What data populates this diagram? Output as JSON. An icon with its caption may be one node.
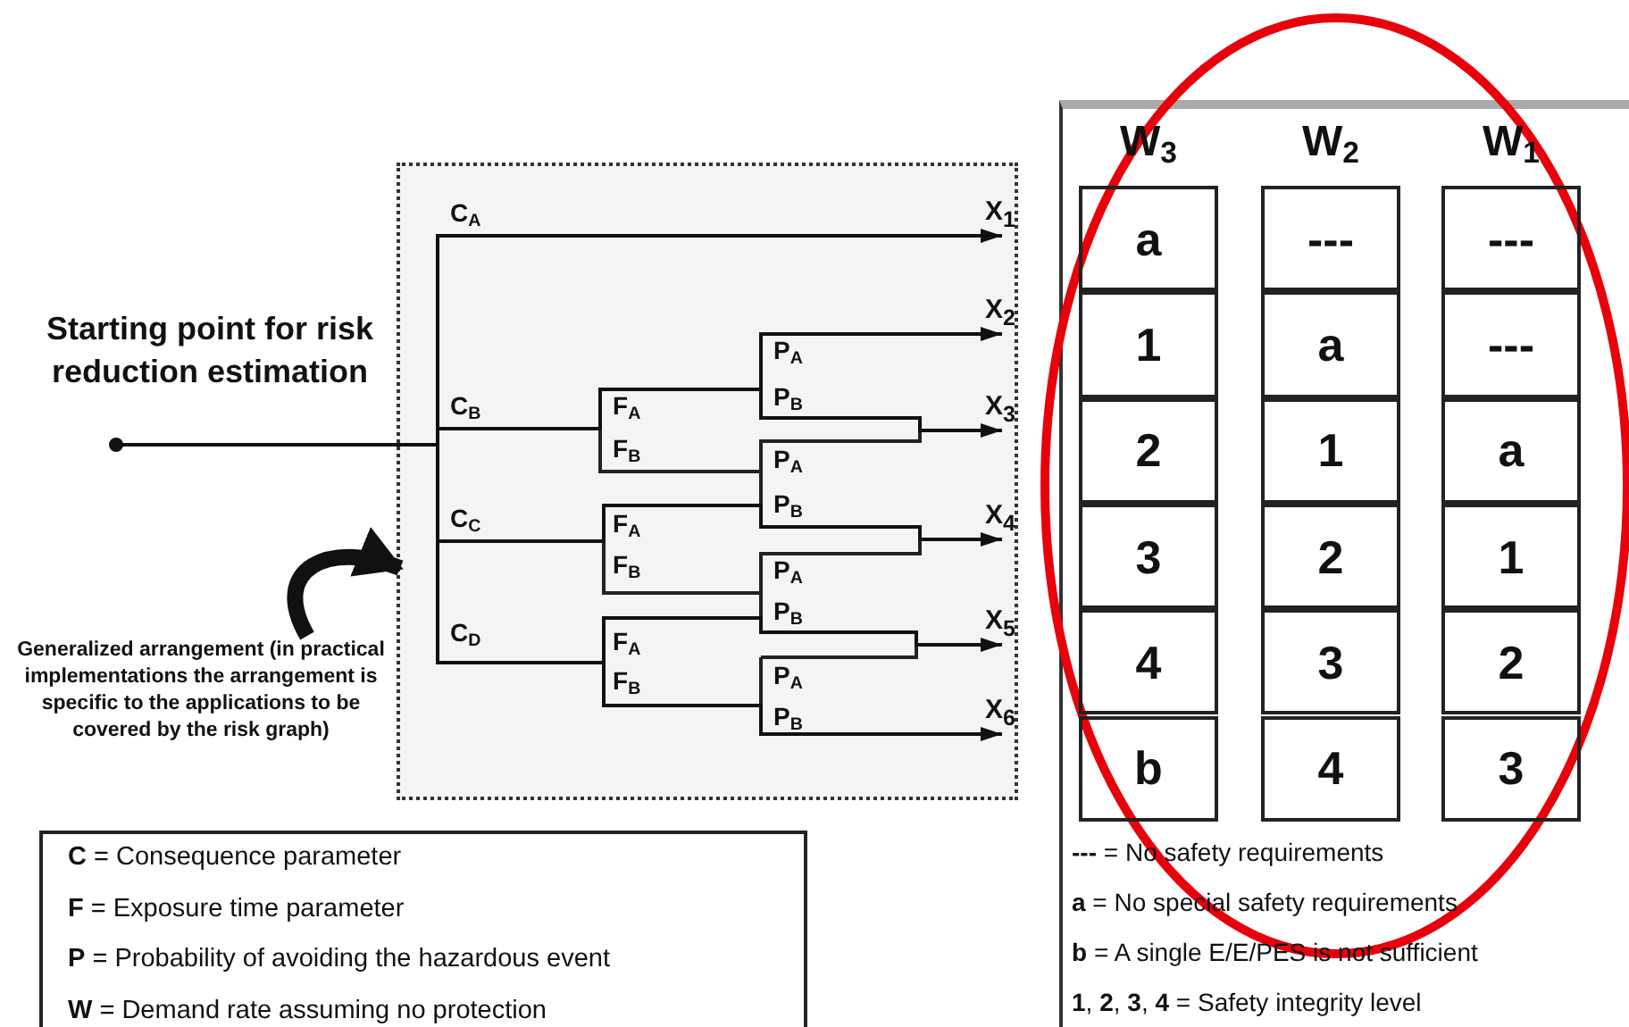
{
  "diagram": {
    "nodes": [
      {
        "text": [
          "Starting point for risk reduction estimation"
        ]
      },
      {
        "text": [],
        "shape": "box"
      },
      {
        "text": [
          "X$_{1}$"
        ],
        "in": 1
      },
      {
        "text": [
          "X$_{2}$"
        ],
        "in": 1
      },
      {
        "text": [
          "X$_{3}$"
        ],
        "in": 1
      },
      {
        "text": [
          "X$_{4}$"
        ],
        "in": 1
      },
      {
        "text": [
          "X$_{5}$"
        ],
        "in": 1
      },
      {
        "text": [
          "X$_{6}$"
        ],
        "in": 1
      },
      {
        "text": [
          "Generalized arrangement (in practical implementations the arrangement is specific to the applications to be covered by the risk graph)"
        ]
      }
    ],
    "edges": [
      {
        "from": 0,
        "to": 2,
        "arrow": "to"
      },
      {
        "from": 0,
        "to": 3,
        "arrow": "to"
      },
      {
        "from": 0,
        "to": 4,
        "arrow": "to"
      },
      {
        "from": 0,
        "to": 5,
        "arrow": "to"
      },
      {
        "from": 0,
        "to": 6,
        "arrow": "to"
      },
      {
        "from": 0,
        "to": 7,
        "arrow": "to"
      },
      {
        "from": 8,
        "to": 1,
        "arrow": "to",
        "style": "thick"
      }
    ],
    "labels": [
      "C$_{A}$",
      "P$_{A}$",
      "P$_{B}$",
      "C$_{B}$",
      "F$_{A}$",
      "F$_{B}$",
      "P$_{A}$",
      "P$_{B}$",
      "C$_{C}$",
      "F$_{A}$",
      "F$_{B}$",
      "P$_{A}$",
      "P$_{B}$",
      "C$_{D}$",
      "F$_{A}$",
      "F$_{B}$",
      "P$_{A}$",
      "P$_{B}$",
      "W$_{3}$",
      "W$_{2}$",
      "W$_{1}$",
      "a",
      "---",
      "---",
      "1",
      "a",
      "---",
      "2",
      "1",
      "a",
      "3",
      "2",
      "1",
      "4",
      "3",
      "2",
      "b",
      "4",
      "3",
      "**C** = Consequence parameter",
      "**F** = Exposure time parameter",
      "**P** = Probability of avoiding the hazardous event",
      "**W** = Demand rate assuming no protection",
      "**---** = No safety requirements",
      "**a** = No special safety requirements",
      "**b** = A single E/E/PES is not sufficient",
      "**1**, **2**, **3**, **4** = Safety integrity level"
    ]
  }
}
